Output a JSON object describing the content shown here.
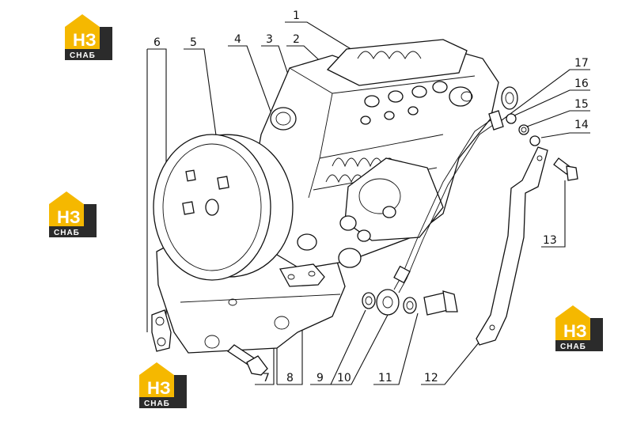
{
  "callouts": [
    {
      "id": "1",
      "label": "1"
    },
    {
      "id": "2",
      "label": "2"
    },
    {
      "id": "3",
      "label": "3"
    },
    {
      "id": "4",
      "label": "4"
    },
    {
      "id": "5",
      "label": "5"
    },
    {
      "id": "6",
      "label": "6"
    },
    {
      "id": "7",
      "label": "7"
    },
    {
      "id": "8",
      "label": "8"
    },
    {
      "id": "9",
      "label": "9"
    },
    {
      "id": "10",
      "label": "10"
    },
    {
      "id": "11",
      "label": "11"
    },
    {
      "id": "12",
      "label": "12"
    },
    {
      "id": "13",
      "label": "13"
    },
    {
      "id": "14",
      "label": "14"
    },
    {
      "id": "15",
      "label": "15"
    },
    {
      "id": "16",
      "label": "16"
    },
    {
      "id": "17",
      "label": "17"
    }
  ],
  "watermark": {
    "logo_top": "НЗ",
    "logo_bottom": "СНАБ",
    "accent": "#f5b800",
    "dark": "#2b2b2b"
  }
}
